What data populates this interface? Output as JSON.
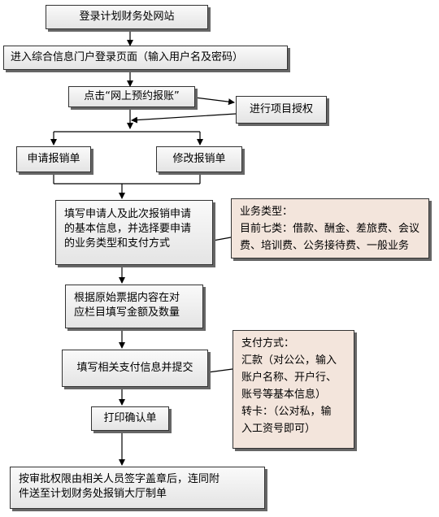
{
  "steps": {
    "login_site": "登录计划财务处网站",
    "enter_portal": "进入综合信息门户登录页面（输入用户名及密码）",
    "click_booking": "点击“网上预约报账”",
    "authorize": "进行项目授权",
    "apply": "申请报销单",
    "modify": "修改报销单",
    "fill_basic": [
      "填写申请人及此次报销申请",
      "的基本信息，并选择要申请",
      "的业务类型和支付方式"
    ],
    "fill_amount": [
      "根据原始票据内容在对",
      "应栏目填写金额及数量"
    ],
    "fill_payment": "填写相关支付信息并提交",
    "print": "打印确认单",
    "final": [
      "按审批权限由相关人员签字盖章后，连同附",
      "件送至计划财务处报销大厅制单"
    ]
  },
  "notes": {
    "business": [
      "业务类型：",
      "目前七类：借款、酬金、差旅费、会议",
      "费、培训费、公务接待费、一般业务"
    ],
    "payment": [
      "支付方式：",
      "汇款（对公公，输入",
      "账户名称、开户行、",
      "账号等基本信息）",
      "转卡：（公对私，输",
      "入工资号即可）"
    ]
  }
}
